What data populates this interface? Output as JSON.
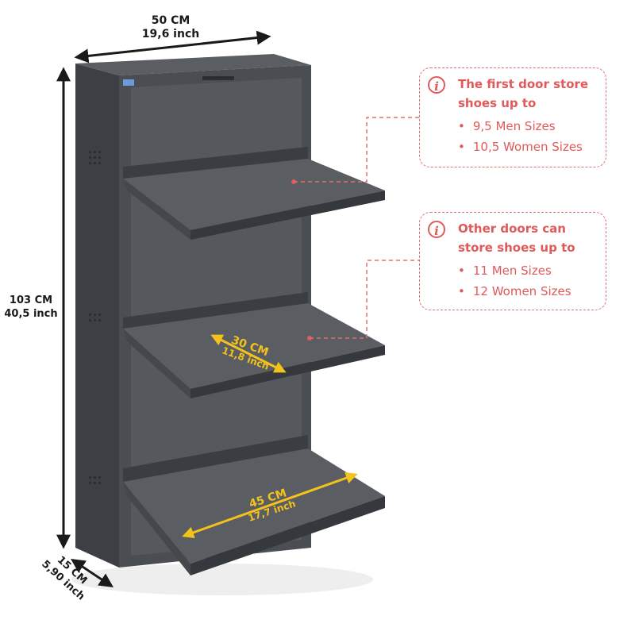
{
  "dimensions": {
    "width_cm": "50 CM",
    "width_inch": "19,6 inch",
    "height_cm": "103 CM",
    "height_inch": "40,5 inch",
    "depth_cm": "15 CM",
    "depth_inch": "5,90 inch"
  },
  "drawer_dimensions": {
    "inner_depth_cm": "30 CM",
    "inner_depth_inch": "11,8 inch",
    "inner_width_cm": "45 CM",
    "inner_width_inch": "17,7 inch"
  },
  "callouts": {
    "first": {
      "icon": "info-icon",
      "title": "The first door store shoes up to",
      "items": [
        "9,5 Men Sizes",
        "10,5 Women Sizes"
      ]
    },
    "other": {
      "icon": "info-icon",
      "title": "Other doors can store shoes up to",
      "items": [
        "11 Men Sizes",
        "12 Women Sizes"
      ]
    }
  },
  "colors": {
    "cabinet": "#4a4d52",
    "accent_callout": "#e05a5a",
    "dimension_arrow": "#f3c21c",
    "dimension_line": "#1a1a1a"
  }
}
